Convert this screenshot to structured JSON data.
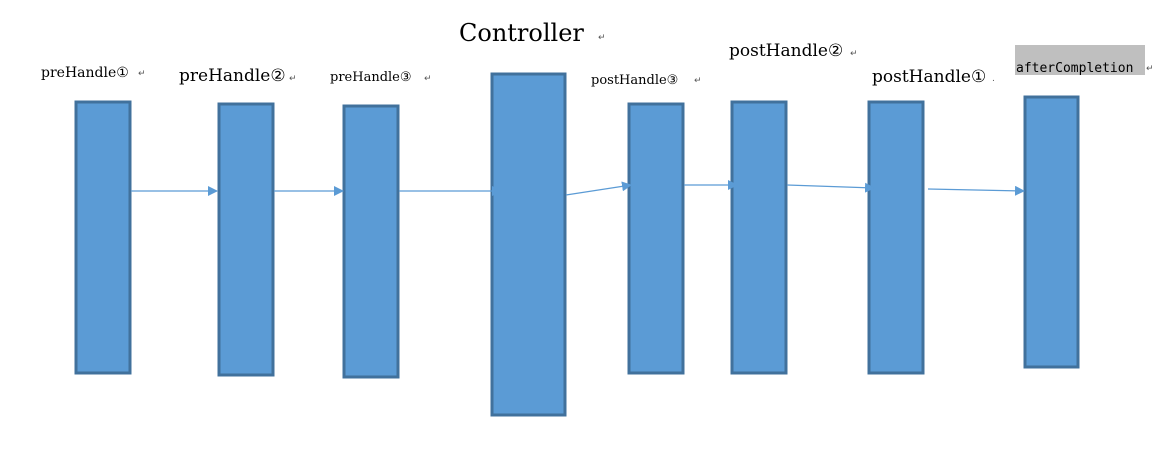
{
  "labels": {
    "controller": "Controller",
    "pre1": "preHandle①",
    "pre2": "preHandle②",
    "pre3": "preHandle③",
    "post3": "postHandle③",
    "post2": "postHandle②",
    "post1": "postHandle①",
    "after": "afterCompletion"
  },
  "marks": {
    "return": "↵",
    "dot": "."
  },
  "colors": {
    "box_fill": "#5b9bd5",
    "box_stroke": "#41719c",
    "arrow": "#5b9bd5",
    "highlight": "#bfbfbf"
  }
}
